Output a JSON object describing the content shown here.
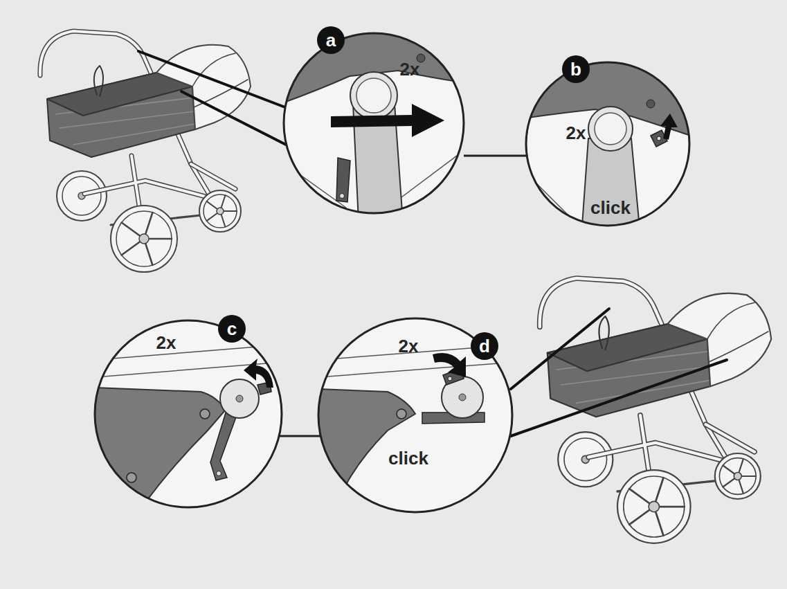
{
  "diagram": {
    "nodes": [
      {
        "text": [
          "a"
        ]
      },
      {
        "text": [
          "b"
        ]
      },
      {
        "text": [
          "c"
        ]
      },
      {
        "text": [
          "d"
        ]
      }
    ],
    "labels": [
      "2x",
      "2x",
      "click",
      "2x",
      "2x",
      "click"
    ]
  }
}
